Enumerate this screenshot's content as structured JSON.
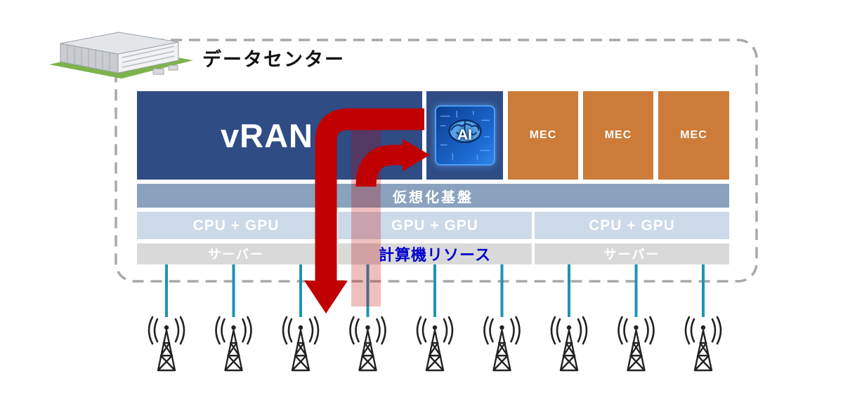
{
  "title": "データセンター",
  "stack": {
    "vran": "vRAN",
    "ai": "AI",
    "mec": [
      "MEC",
      "MEC",
      "MEC"
    ],
    "virtualization": "仮想化基盤",
    "hardware": [
      "CPU + GPU",
      "GPU + GPU",
      "CPU + GPU"
    ],
    "servers": [
      "サーバー",
      "サーバー"
    ],
    "compute_resources": "計算機リソース"
  },
  "base_stations": {
    "count": 9
  },
  "icons": {
    "building": "datacenter-building-icon",
    "brain": "ai-brain-icon",
    "antenna": "base-station-antenna-icon",
    "arrow": "red-flow-arrow"
  },
  "colors": {
    "navy_box": "#2f4c85",
    "mec_orange": "#cd7b38",
    "virtualization_bar": "#8aa2be",
    "hardware_bar": "#ccd9e9",
    "server_bar": "#d9d9d9",
    "arrow_red": "#c00000",
    "link_teal": "#1f93b3",
    "compute_text_blue": "#0000cd",
    "boundary_gray": "#a8a8a8"
  }
}
